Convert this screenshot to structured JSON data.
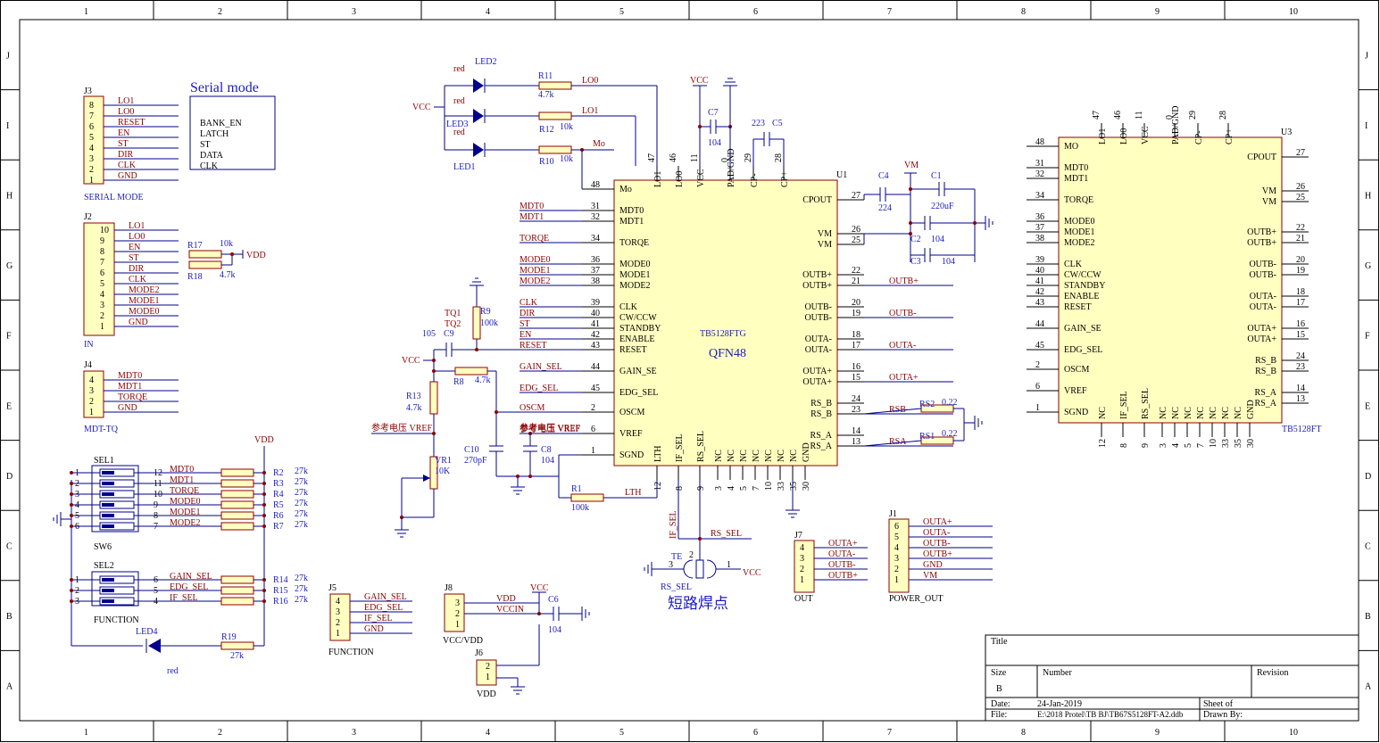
{
  "border": {
    "columns": [
      "1",
      "2",
      "3",
      "4",
      "5",
      "6",
      "7",
      "8",
      "9",
      "10"
    ],
    "rows": [
      "J",
      "I",
      "H",
      "G",
      "F",
      "E",
      "D",
      "C",
      "B",
      "A"
    ]
  },
  "title_block": {
    "title_label": "Title",
    "size_label": "Size",
    "size_value": "B",
    "number_label": "Number",
    "revision_label": "Revision",
    "date_label": "Date:",
    "date_value": "24-Jan-2019",
    "sheet_label": "Sheet    of",
    "file_label": "File:",
    "file_value": "E:\\2018 Protel\\TB BJ\\TB67S5128FT-A2.ddb",
    "drawn_label": "Drawn By:"
  },
  "serial_box": {
    "title": "Serial mode",
    "lines": [
      "BANK_EN",
      "LATCH",
      "ST",
      "DATA",
      "CLK"
    ]
  },
  "j3": {
    "ref": "J3",
    "name": "SERIAL MODE",
    "pins": [
      "8",
      "7",
      "6",
      "5",
      "4",
      "3",
      "2",
      "1"
    ],
    "nets": [
      "LO1",
      "LO0",
      "RESET",
      "EN",
      "ST",
      "DIR",
      "CLK",
      "GND"
    ]
  },
  "j2": {
    "ref": "J2",
    "name": "IN",
    "pins": [
      "10",
      "9",
      "8",
      "7",
      "6",
      "5",
      "4",
      "3",
      "2",
      "1"
    ],
    "nets": [
      "LO1",
      "LO0",
      "EN",
      "ST",
      "DIR",
      "CLK",
      "MODE2",
      "MODE1",
      "MODE0",
      "GND"
    ],
    "r17": "R17",
    "r17_val": "10k",
    "r18": "R18",
    "r18_val": "4.7k",
    "vdd": "VDD"
  },
  "j4": {
    "ref": "J4",
    "name": "MDT-TQ",
    "pins": [
      "4",
      "3",
      "2",
      "1"
    ],
    "nets": [
      "MDT0",
      "MDT1",
      "TORQE",
      "GND"
    ]
  },
  "sw6": {
    "ref": "SEL1",
    "name": "SW6",
    "left_pins": [
      "1",
      "2",
      "3",
      "4",
      "5",
      "6"
    ],
    "right_pins": [
      "12",
      "11",
      "10",
      "9",
      "8",
      "7"
    ],
    "nets": [
      "MDT0",
      "MDT1",
      "TORQE",
      "MODE0",
      "MODE1",
      "MODE2"
    ],
    "res": [
      "R2",
      "R3",
      "R4",
      "R5",
      "R6",
      "R7"
    ],
    "val": "27k",
    "vdd": "VDD"
  },
  "sel2": {
    "ref": "SEL2",
    "name": "FUNCTION",
    "left_pins": [
      "1",
      "2",
      "3"
    ],
    "right_pins": [
      "6",
      "5",
      "4"
    ],
    "nets": [
      "GAIN_SEL",
      "EDG_SEL",
      "IF_SEL"
    ],
    "res": [
      "R14",
      "R15",
      "R16"
    ],
    "val": "27k"
  },
  "led4": {
    "ref": "LED4",
    "color": "red",
    "r": "R19",
    "r_val": "27k"
  },
  "leds": {
    "led2": "LED2",
    "led3": "LED3",
    "led1": "LED1",
    "color": "red",
    "vcc": "VCC",
    "r11": "R11",
    "r11_val": "4.7k",
    "r12": "R12",
    "r12_val": "10k",
    "r10": "R10",
    "r10_val": "10k",
    "net_lo0": "LO0",
    "net_lo1": "LO1",
    "net_mo": "Mo"
  },
  "u1": {
    "ref": "U1",
    "name": "TB5128FTG",
    "package": "QFN48",
    "top_pins": [
      {
        "num": "47",
        "name": "LO1"
      },
      {
        "num": "46",
        "name": "LO0"
      },
      {
        "num": "11",
        "name": "VCC"
      },
      {
        "num": "0",
        "name": "PAD/GND"
      },
      {
        "num": "29",
        "name": "CP-"
      },
      {
        "num": "28",
        "name": "CP+"
      }
    ],
    "left_pins": [
      {
        "num": "48",
        "name": "Mo",
        "net": ""
      },
      {
        "num": "31",
        "name": "MDT0",
        "net": "MDT0"
      },
      {
        "num": "32",
        "name": "MDT1",
        "net": "MDT1"
      },
      {
        "num": "34",
        "name": "TORQE",
        "net": "TORQE"
      },
      {
        "num": "36",
        "name": "MODE0",
        "net": "MODE0"
      },
      {
        "num": "37",
        "name": "MODE1",
        "net": "MODE1"
      },
      {
        "num": "38",
        "name": "MODE2",
        "net": "MODE2"
      },
      {
        "num": "39",
        "name": "CLK",
        "net": "CLK"
      },
      {
        "num": "40",
        "name": "CW/CCW",
        "net": "DIR"
      },
      {
        "num": "41",
        "name": "STANDBY",
        "net": "ST"
      },
      {
        "num": "42",
        "name": "ENABLE",
        "net": "EN"
      },
      {
        "num": "43",
        "name": "RESET",
        "net": "RESET"
      },
      {
        "num": "44",
        "name": "GAIN_SE",
        "net": "GAIN_SEL"
      },
      {
        "num": "45",
        "name": "EDG_SEL",
        "net": "EDG_SEL"
      },
      {
        "num": "2",
        "name": "OSCM",
        "net": "OSCM"
      },
      {
        "num": "6",
        "name": "VREF",
        "net": "参考电压 VREF"
      },
      {
        "num": "1",
        "name": "SGND",
        "net": ""
      }
    ],
    "right_pins": [
      {
        "num": "27",
        "name": "CPOUT",
        "net": ""
      },
      {
        "num": "26",
        "name": "VM",
        "net": ""
      },
      {
        "num": "25",
        "name": "VM",
        "net": ""
      },
      {
        "num": "22",
        "name": "OUTB+",
        "net": ""
      },
      {
        "num": "21",
        "name": "OUTB+",
        "net": "OUTB+"
      },
      {
        "num": "20",
        "name": "OUTB-",
        "net": ""
      },
      {
        "num": "19",
        "name": "OUTB-",
        "net": "OUTB-"
      },
      {
        "num": "18",
        "name": "OUTA-",
        "net": ""
      },
      {
        "num": "17",
        "name": "OUTA-",
        "net": "OUTA-"
      },
      {
        "num": "16",
        "name": "OUTA+",
        "net": ""
      },
      {
        "num": "15",
        "name": "OUTA+",
        "net": "OUTA+"
      },
      {
        "num": "24",
        "name": "RS_B",
        "net": ""
      },
      {
        "num": "23",
        "name": "RS_B",
        "net": "RSB"
      },
      {
        "num": "14",
        "name": "RS_A",
        "net": ""
      },
      {
        "num": "13",
        "name": "RS_A",
        "net": "RSA"
      }
    ],
    "bottom_pins": [
      {
        "num": "12",
        "name": "LTH"
      },
      {
        "num": "8",
        "name": "IF_SEL"
      },
      {
        "num": "9",
        "name": "RS_SEL"
      },
      {
        "num": "3",
        "name": "NC"
      },
      {
        "num": "4",
        "name": "NC"
      },
      {
        "num": "5",
        "name": "NC"
      },
      {
        "num": "7",
        "name": "NC"
      },
      {
        "num": "10",
        "name": "NC"
      },
      {
        "num": "33",
        "name": "NC"
      },
      {
        "num": "35",
        "name": "NC"
      },
      {
        "num": "30",
        "name": "GND"
      }
    ]
  },
  "u1_caps": {
    "vcc": "VCC",
    "c7": "C7",
    "c7_val": "104",
    "c5": "C5",
    "c5_val": "223",
    "c4": "C4",
    "c4_val": "224",
    "vm": "VM",
    "c1": "C1",
    "c1_val": "220uF",
    "c2": "C2",
    "c2_val": "104",
    "c3": "C3",
    "c3_val": "104",
    "rs2": "RS2",
    "rs2_val": "0.22",
    "rs1": "RS1",
    "rs1_val": "0.22"
  },
  "u1_left_parts": {
    "r9": "R9",
    "r9_val": "100k",
    "tq1": "TQ1",
    "tq2": "TQ2",
    "c9": "C9",
    "c9_val": "105",
    "vcc": "VCC",
    "r8": "R8",
    "r8_val": "4.7k",
    "r13": "R13",
    "r13_val": "4.7k",
    "vref_net": "参考电压 VREF",
    "vr1": "VR1",
    "vr1_val": "10K",
    "c10": "C10",
    "c10_val": "270pF",
    "c8": "C8",
    "c8_val": "104",
    "r1": "R1",
    "r1_val": "100k",
    "lth_net": "LTH"
  },
  "u3": {
    "ref": "U3",
    "name": "TB5128FT",
    "top_pins": [
      {
        "num": "47",
        "name": "LO1"
      },
      {
        "num": "46",
        "name": "LO0"
      },
      {
        "num": "11",
        "name": "VCC"
      },
      {
        "num": "0",
        "name": "PAD/GND"
      },
      {
        "num": "29",
        "name": "CP-"
      },
      {
        "num": "28",
        "name": "CP+"
      }
    ],
    "left_pins": [
      {
        "num": "48",
        "name": "MO"
      },
      {
        "num": "31",
        "name": "MDT0"
      },
      {
        "num": "32",
        "name": "MDT1"
      },
      {
        "num": "34",
        "name": "TORQE"
      },
      {
        "num": "36",
        "name": "MODE0"
      },
      {
        "num": "37",
        "name": "MODE1"
      },
      {
        "num": "38",
        "name": "MODE2"
      },
      {
        "num": "39",
        "name": "CLK"
      },
      {
        "num": "40",
        "name": "CW/CCW"
      },
      {
        "num": "41",
        "name": "STANDBY"
      },
      {
        "num": "42",
        "name": "ENABLE"
      },
      {
        "num": "43",
        "name": "RESET"
      },
      {
        "num": "44",
        "name": "GAIN_SE"
      },
      {
        "num": "45",
        "name": "EDG_SEL"
      },
      {
        "num": "2",
        "name": "OSCM"
      },
      {
        "num": "6",
        "name": "VREF"
      },
      {
        "num": "1",
        "name": "SGND"
      }
    ],
    "right_pins": [
      {
        "num": "27",
        "name": "CPOUT"
      },
      {
        "num": "26",
        "name": "VM"
      },
      {
        "num": "25",
        "name": "VM"
      },
      {
        "num": "22",
        "name": "OUTB+"
      },
      {
        "num": "21",
        "name": "OUTB+"
      },
      {
        "num": "20",
        "name": "OUTB-"
      },
      {
        "num": "19",
        "name": "OUTB-"
      },
      {
        "num": "18",
        "name": "OUTA-"
      },
      {
        "num": "17",
        "name": "OUTA-"
      },
      {
        "num": "16",
        "name": "OUTA+"
      },
      {
        "num": "15",
        "name": "OUTA+"
      },
      {
        "num": "24",
        "name": "RS_B"
      },
      {
        "num": "23",
        "name": "RS_B"
      },
      {
        "num": "14",
        "name": "RS_A"
      },
      {
        "num": "13",
        "name": "RS_A"
      }
    ],
    "bottom_pins": [
      {
        "num": "12",
        "name": "NC"
      },
      {
        "num": "8",
        "name": "IF_SEL"
      },
      {
        "num": "9",
        "name": "RS_SEL"
      },
      {
        "num": "3",
        "name": "NC"
      },
      {
        "num": "4",
        "name": "NC"
      },
      {
        "num": "5",
        "name": "NC"
      },
      {
        "num": "7",
        "name": "NC"
      },
      {
        "num": "10",
        "name": "NC"
      },
      {
        "num": "33",
        "name": "NC"
      },
      {
        "num": "35",
        "name": "NC"
      },
      {
        "num": "30",
        "name": "GND"
      }
    ]
  },
  "te": {
    "ref": "TE",
    "name": "RS_SEL",
    "pin1": "1",
    "pin2": "2",
    "pin3": "3",
    "vcc": "VCC",
    "note": "短路焊点",
    "net_if": "IF_SEL",
    "net_rs": "RS_SEL"
  },
  "j5": {
    "ref": "J5",
    "name": "FUNCTION",
    "pins": [
      "4",
      "3",
      "2",
      "1"
    ],
    "nets": [
      "GAIN_SEL",
      "EDG_SEL",
      "IF_SEL",
      "GND"
    ]
  },
  "j8": {
    "ref": "J8",
    "name": "VCC/VDD",
    "pins": [
      "3",
      "2",
      "1"
    ],
    "nets": [
      "VDD",
      "VCCIN"
    ],
    "vcc": "VCC",
    "c6": "C6",
    "c6_val": "104"
  },
  "j6": {
    "ref": "J6",
    "name": "VDD",
    "pins": [
      "2",
      "1"
    ]
  },
  "j7": {
    "ref": "J7",
    "name": "OUT",
    "pins": [
      "4",
      "3",
      "2",
      "1"
    ],
    "nets": [
      "OUTA+",
      "OUTA-",
      "OUTB-",
      "OUTB+"
    ]
  },
  "j1": {
    "ref": "J1",
    "name": "POWER_OUT",
    "pins": [
      "6",
      "5",
      "4",
      "3",
      "2",
      "1"
    ],
    "nets": [
      "OUTA+",
      "OUTA-",
      "OUTB-",
      "OUTB+",
      "GND",
      "VM"
    ]
  },
  "colors": {
    "wire": "#00008b",
    "part_body": "#ffffc0",
    "part_outline": "#8b0000",
    "label": "#1c1cc0",
    "net": "#8b0000",
    "border_text": "#000000"
  }
}
